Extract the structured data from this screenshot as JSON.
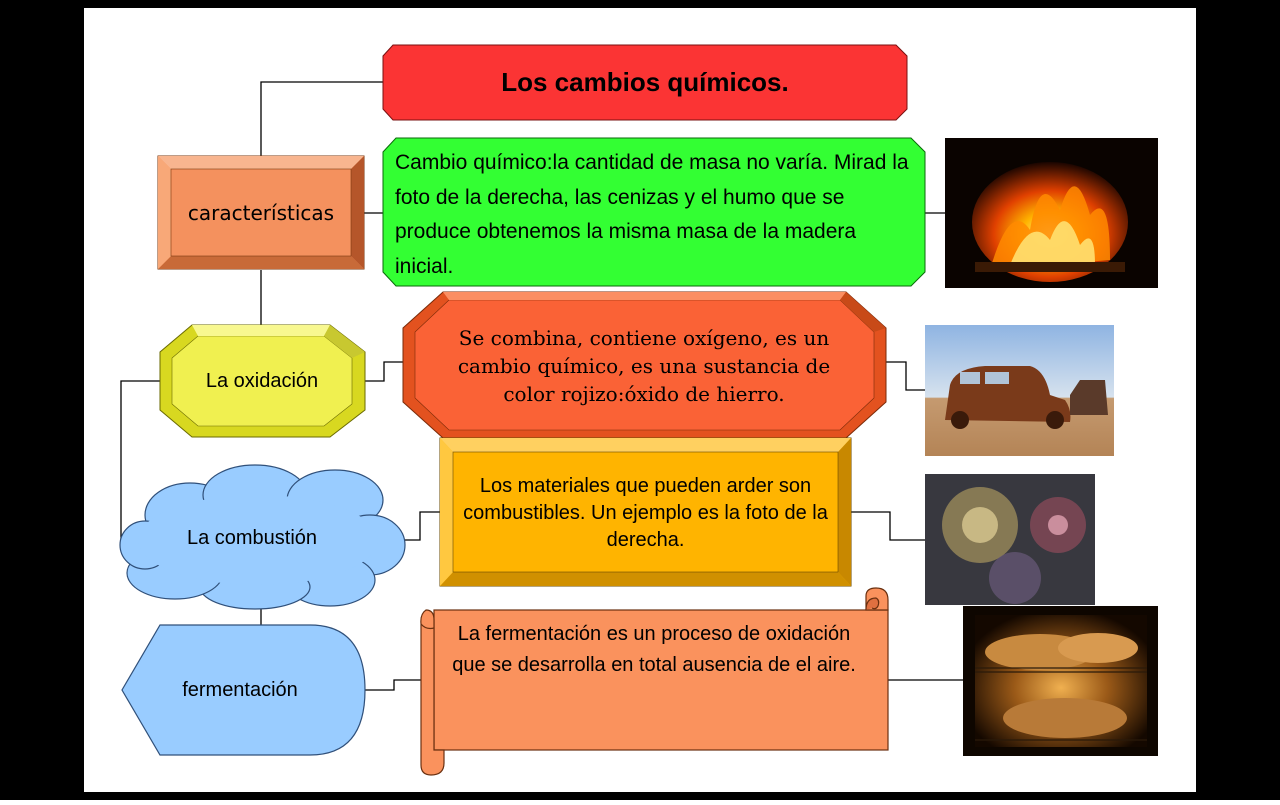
{
  "title": "Los cambios químicos.",
  "colors": {
    "background": "#000000",
    "slide": "#ffffff",
    "title_box": "#fb3434",
    "caracteristicas_box": "#f4915e",
    "caracteristicas_text_box": "#33ff33",
    "oxidacion_box": "#f0f050",
    "oxidacion_text_box": "#fa6236",
    "combustion_cloud": "#99ccff",
    "combustion_text_box": "#ffb400",
    "fermentacion_box": "#99ccff",
    "fermentacion_scroll": "#fa925d"
  },
  "nodes": {
    "caracteristicas": {
      "label": "características",
      "description": "Cambio químico:la cantidad de masa no varía. Mirad la foto de la derecha, las cenizas y el humo que se produce obtenemos la misma masa de la madera inicial.",
      "photo": "fire-photo"
    },
    "oxidacion": {
      "label": "La oxidación",
      "description": "Se combina, contiene oxígeno, es un cambio químico, es una sustancia de color rojizo:óxido de hierro.",
      "photo": "rusted-car-photo"
    },
    "combustion": {
      "label": "La combustión",
      "description": "Los materiales que pueden arder son combustibles. Un ejemplo es la foto de la derecha.",
      "photo": "fireworks-photo"
    },
    "fermentacion": {
      "label": "fermentación",
      "description": "La fermentación es un proceso de oxidación que se desarrolla en total ausencia de el aire.",
      "photo": "bread-oven-photo"
    }
  }
}
